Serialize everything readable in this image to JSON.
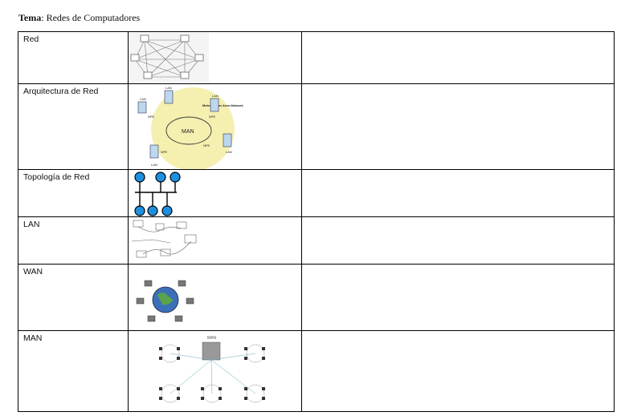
{
  "document": {
    "title_label": "Tema",
    "title_separator": ":",
    "title_value": "Redes de Computadores"
  },
  "rows": [
    {
      "term": "Red",
      "image": "mesh-network-diagram"
    },
    {
      "term": "Arquitectura de Red",
      "image": "man-architecture-diagram",
      "image_labels": [
        "LAN",
        "LAN",
        "LAN",
        "Metropolitan Area Network",
        "MAN",
        "NPE",
        "NPE",
        "NPE",
        "NPE",
        "LAN",
        "LAN"
      ]
    },
    {
      "term": "Topología de Red",
      "image": "bus-topology-diagram"
    },
    {
      "term": "LAN",
      "image": "lan-sketch"
    },
    {
      "term": "WAN",
      "image": "wan-globe-diagram"
    },
    {
      "term": "MAN",
      "image": "man-rings-diagram",
      "image_labels": [
        "MAN"
      ]
    }
  ],
  "colors": {
    "node_blue": "#1e90e0",
    "man_circle": "#f5f0b0",
    "border": "#000000"
  }
}
